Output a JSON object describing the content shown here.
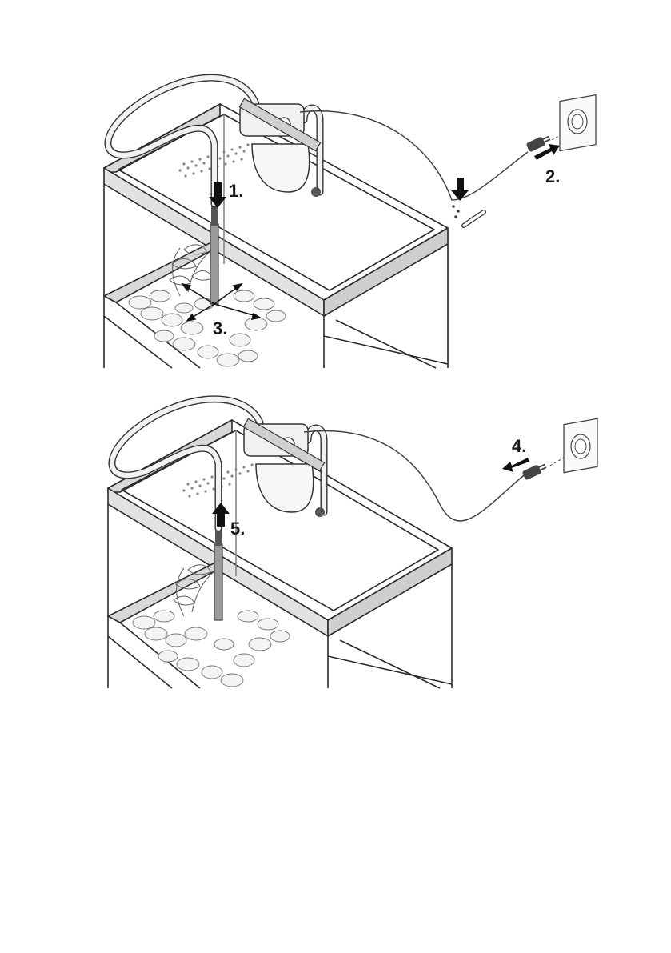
{
  "steps": {
    "step1": "1.",
    "step2": "2.",
    "step3": "3.",
    "step4": "4.",
    "step5": "5."
  },
  "colors": {
    "line": "#2a2a2a",
    "hose": "#333333",
    "tube": "#9b9b9b",
    "background": "#ffffff"
  },
  "icons": {
    "power_socket": "wall-socket-icon",
    "plug": "power-plug-icon",
    "hook": "suction-hook-icon"
  }
}
